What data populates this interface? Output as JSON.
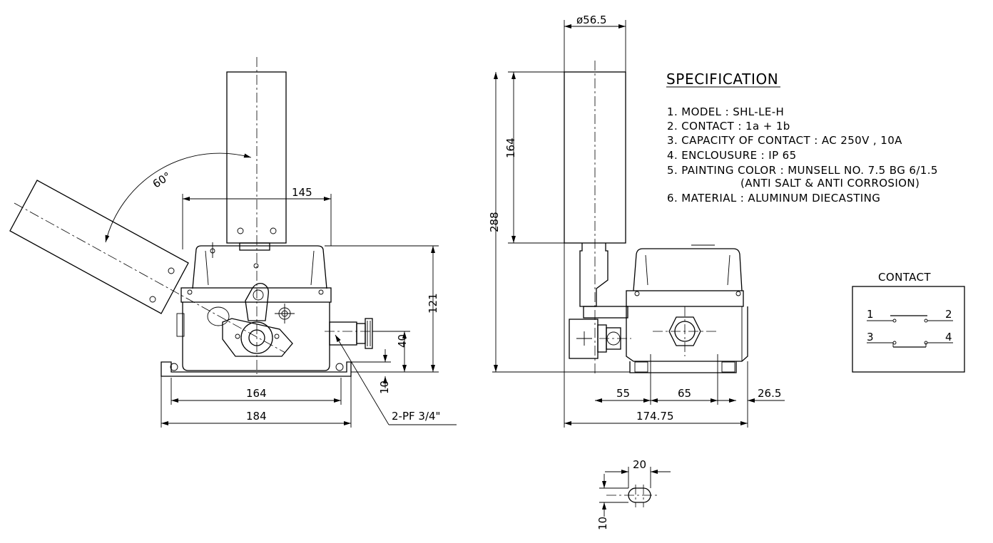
{
  "front_view": {
    "angle": "60°",
    "width_145": "145",
    "height_121": "121",
    "height_40": "40",
    "height_10": "10",
    "width_164": "164",
    "width_184": "184",
    "conduit": "2-PF 3/4\""
  },
  "side_view": {
    "diameter": "ø56.5",
    "lever_164": "164",
    "total_288": "288",
    "dim_55": "55",
    "dim_65": "65",
    "dim_26_5": "26.5",
    "dim_174_75": "174.75"
  },
  "slot_detail": {
    "width": "20",
    "height": "10"
  },
  "specification": {
    "title": "SPECIFICATION",
    "items": [
      "1. MODEL : SHL-LE-H",
      "2. CONTACT : 1a + 1b",
      "3. CAPACITY OF CONTACT : AC 250V , 10A",
      "4. ENCLOUSURE : IP 65",
      "5. PAINTING COLOR : MUNSELL NO. 7.5 BG 6/1.5",
      "(ANTI SALT & ANTI CORROSION)",
      "6. MATERIAL : ALUMINUM DIECASTING"
    ]
  },
  "contact_box": {
    "title": "CONTACT",
    "terminals": [
      "1",
      "2",
      "3",
      "4"
    ]
  }
}
